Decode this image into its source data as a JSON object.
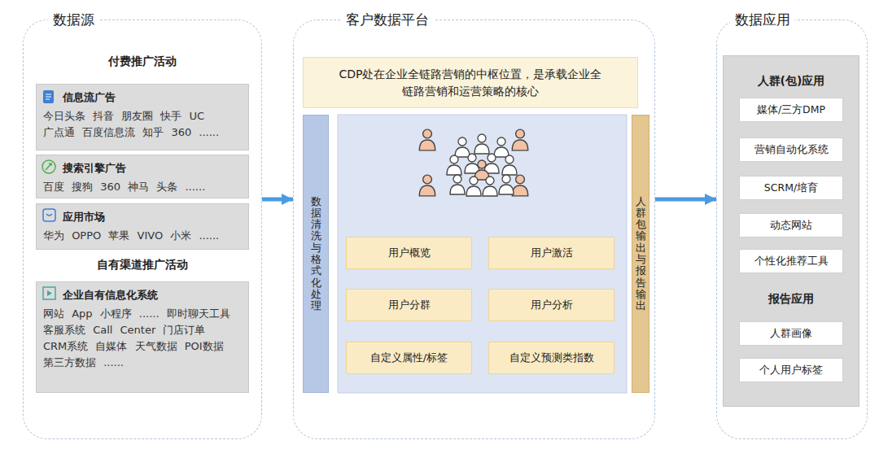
{
  "diagram": {
    "nodes": [
      {
        "text": [
          "数据源",
          "付费推广活动",
          "自有渠道推广活动"
        ]
      },
      {
        "text": [
          "信息流广告",
          "今日头条 抖音 朋友圈 快手 UC 广点通 百度信息流 知乎 360 ......"
        ],
        "in": 0
      },
      {
        "text": [
          "搜索引擎广告",
          "百度 搜狗 360 神马 头条 ......"
        ],
        "in": 0
      },
      {
        "text": [
          "应用市场",
          "华为 OPPO 苹果 VIVO 小米 ......"
        ],
        "in": 0
      },
      {
        "text": [
          "企业自有信息化系统",
          "网站 App 小程序 ...... 即时聊天工具 客服系统 Call Center 门店订单 CRM系统 自媒体 天气数据 POI数据 第三方数据 ......"
        ],
        "in": 0
      },
      {
        "text": [
          "客户数据平台"
        ]
      },
      {
        "text": [
          "CDP处在企业全链路营销的中枢位置，是承载企业全链路营销和运营策略的核心"
        ],
        "in": 5
      },
      {
        "text": [
          "数据清洗与格式化处理"
        ],
        "in": 5
      },
      {
        "text": [
          "用户概览"
        ],
        "in": 5
      },
      {
        "text": [
          "用户激活"
        ],
        "in": 5
      },
      {
        "text": [
          "用户分群"
        ],
        "in": 5
      },
      {
        "text": [
          "用户分析"
        ],
        "in": 5
      },
      {
        "text": [
          "自定义属性/标签"
        ],
        "in": 5
      },
      {
        "text": [
          "自定义预测类指数"
        ],
        "in": 5
      },
      {
        "text": [
          "人群包输出与报告输出"
        ],
        "in": 5
      },
      {
        "text": [
          "数据应用"
        ]
      },
      {
        "text": [
          "人群(包)应用",
          "报告应用"
        ],
        "in": 15
      },
      {
        "text": [
          "媒体/三方DMP"
        ],
        "in": 16
      },
      {
        "text": [
          "营销自动化系统"
        ],
        "in": 16
      },
      {
        "text": [
          "SCRM/培育"
        ],
        "in": 16
      },
      {
        "text": [
          "动态网站"
        ],
        "in": 16
      },
      {
        "text": [
          "个性化推荐工具"
        ],
        "in": 16
      },
      {
        "text": [
          "人群画像"
        ],
        "in": 16
      },
      {
        "text": [
          "个人用户标签"
        ],
        "in": 16
      }
    ],
    "edges": [
      {
        "from": 0,
        "to": 5,
        "arrow": "to"
      },
      {
        "from": 5,
        "to": 15,
        "arrow": "to"
      }
    ]
  }
}
